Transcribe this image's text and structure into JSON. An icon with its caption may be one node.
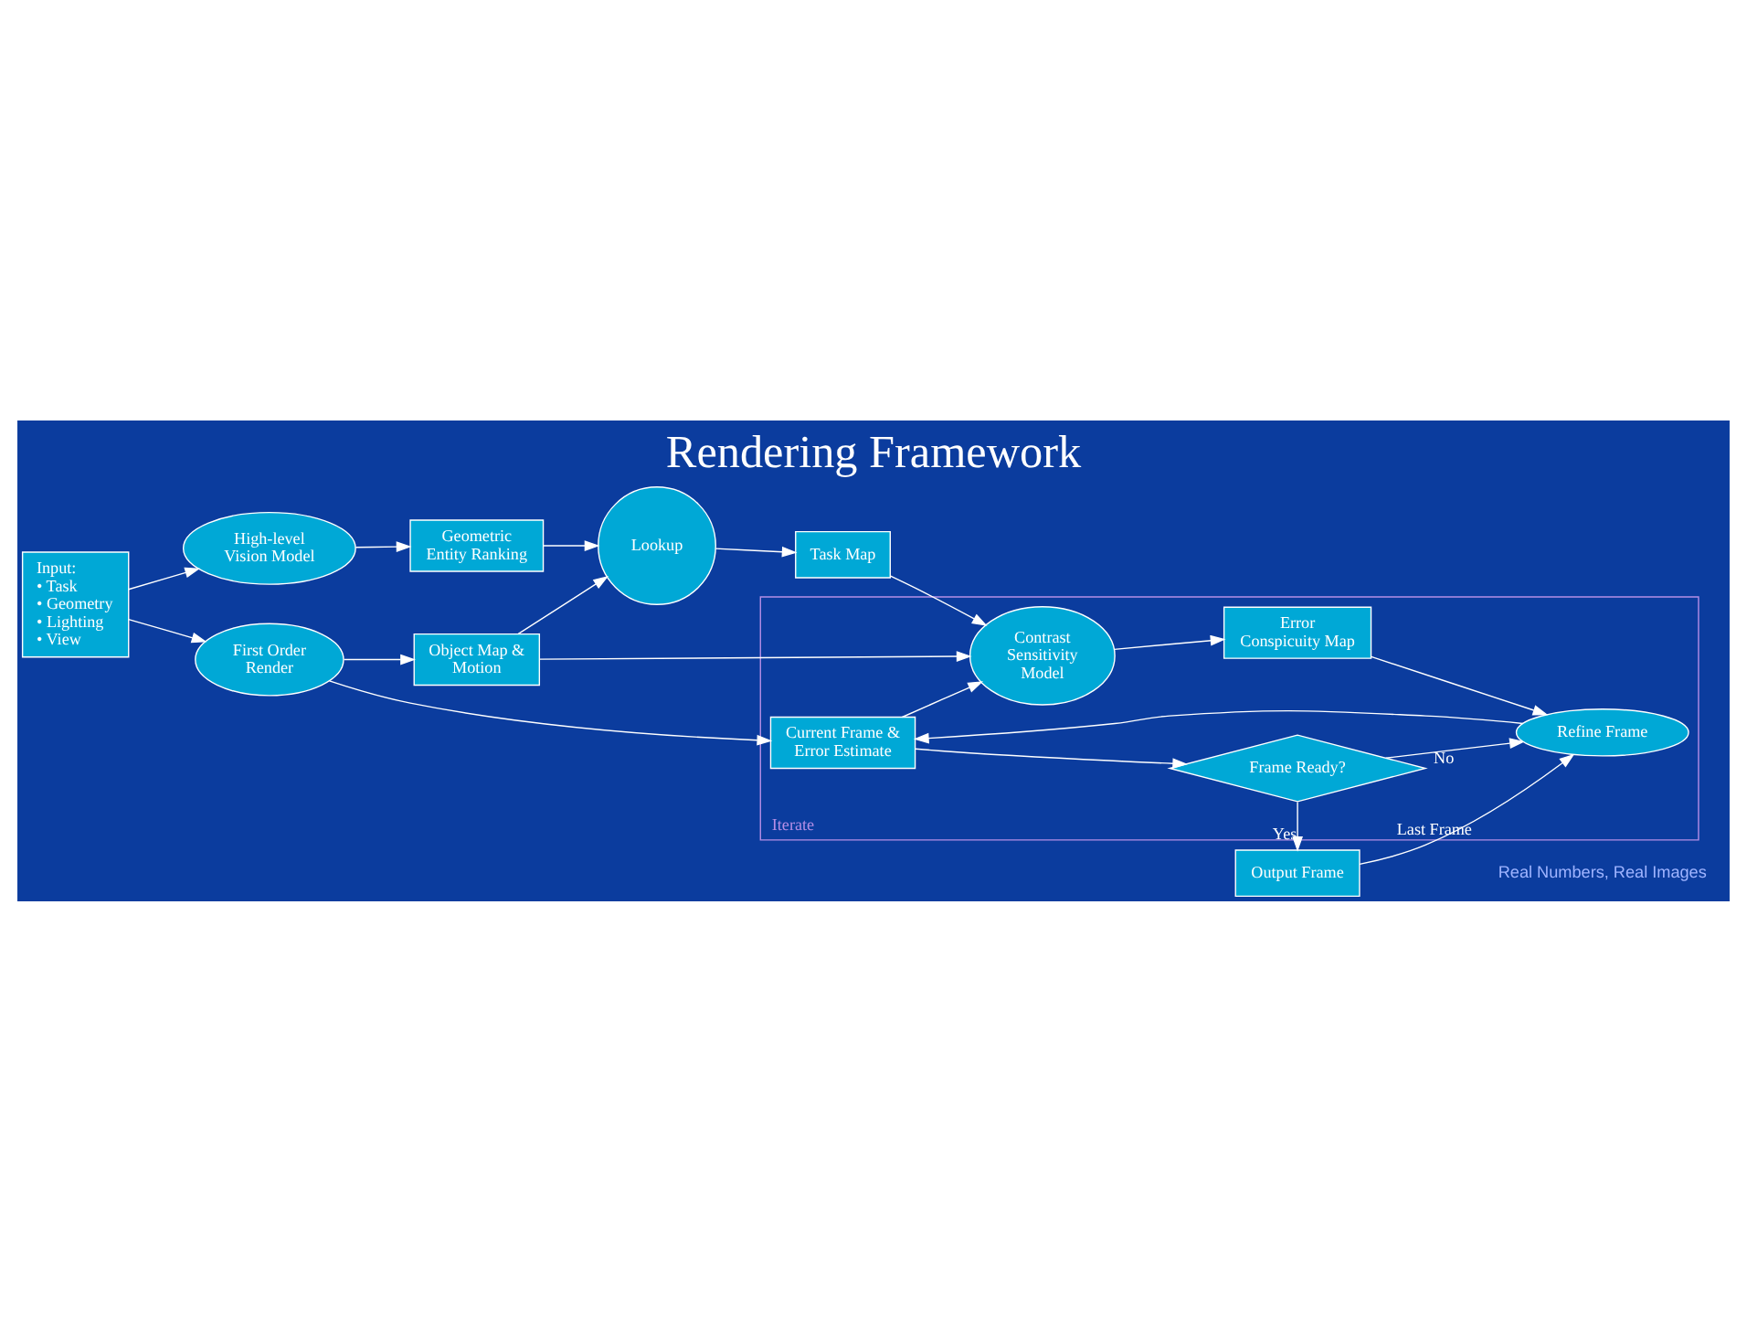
{
  "diagram": {
    "title": "Rendering Framework",
    "nodes": [
      {
        "text": [
          "Input:",
          "• Task",
          "• Geometry",
          "• Lighting",
          "• View"
        ]
      },
      {
        "text": [
          "High-level Vision Model"
        ]
      },
      {
        "text": [
          "Geometric Entity Ranking"
        ]
      },
      {
        "text": [
          "First Order Render"
        ]
      },
      {
        "text": [
          "Object Map & Motion"
        ]
      },
      {
        "text": [
          "Lookup"
        ]
      },
      {
        "text": [
          "Task Map"
        ]
      },
      {
        "text": [
          "Iterate"
        ]
      },
      {
        "text": [
          "Current Frame & Error Estimate"
        ],
        "in": 7
      },
      {
        "text": [
          "Contrast Sensitivity Model"
        ],
        "in": 7
      },
      {
        "text": [
          "Error Conspicuity Map"
        ],
        "in": 7
      },
      {
        "text": [
          "Frame Ready?"
        ],
        "in": 7
      },
      {
        "text": [
          "Refine Frame"
        ],
        "in": 7
      },
      {
        "text": [
          "Output Frame"
        ]
      }
    ],
    "edges": [
      {
        "from": 0,
        "to": 1,
        "arrow": "to"
      },
      {
        "from": 1,
        "to": 2,
        "arrow": "to"
      },
      {
        "from": 0,
        "to": 3,
        "arrow": "to"
      },
      {
        "from": 2,
        "to": 5,
        "arrow": "to"
      },
      {
        "from": 3,
        "to": 4,
        "arrow": "to"
      },
      {
        "from": 4,
        "to": 5,
        "arrow": "to"
      },
      {
        "from": 5,
        "to": 6,
        "arrow": "to"
      },
      {
        "from": 3,
        "to": 8,
        "arrow": "to"
      },
      {
        "from": 4,
        "to": 9,
        "arrow": "to"
      },
      {
        "from": 6,
        "to": 9,
        "arrow": "to"
      },
      {
        "from": 8,
        "to": 9,
        "arrow": "to"
      },
      {
        "from": 9,
        "to": 10,
        "arrow": "to"
      },
      {
        "from": 10,
        "to": 12,
        "arrow": "to"
      },
      {
        "from": 12,
        "to": 8,
        "arrow": "to"
      },
      {
        "from": 8,
        "to": 11,
        "arrow": "to"
      },
      {
        "from": 11,
        "to": 12,
        "label": "No",
        "arrow": "to"
      },
      {
        "from": 11,
        "to": 13,
        "label": "Yes",
        "arrow": "to"
      },
      {
        "from": 13,
        "to": 12,
        "label": "Last Frame",
        "arrow": "to"
      }
    ],
    "labels": [
      "Real Numbers, Real Images"
    ]
  }
}
